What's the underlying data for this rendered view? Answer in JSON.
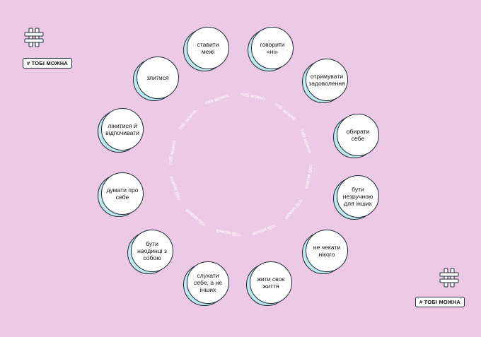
{
  "ring_phrase": "тобі можна",
  "badges": {
    "top_left": "# ТОБІ МОЖНА",
    "bottom_right": "# ТОБІ МОЖНА"
  },
  "bubbles": [
    "ставити\nмежі",
    "говорити\n«ні»",
    "отримувати\nзадоволення",
    "обирати\nсебе",
    "бути\nнезручною\nдля інших",
    "не чекати\nнікого",
    "жити своє\nжиття",
    "слухати\nсебе, а не\nінших",
    "бути\nнаодинці з\nсобою",
    "думати про\nсебе",
    "лінитися й\nвідпочивати",
    "злитися"
  ],
  "colors": {
    "background": "#ecc9e4",
    "bubble_shadow": "#bde9ef",
    "outline": "#1e2a3a",
    "ring_text": "#ffffff"
  },
  "icons": [
    "hash-icon",
    "hash-icon"
  ]
}
